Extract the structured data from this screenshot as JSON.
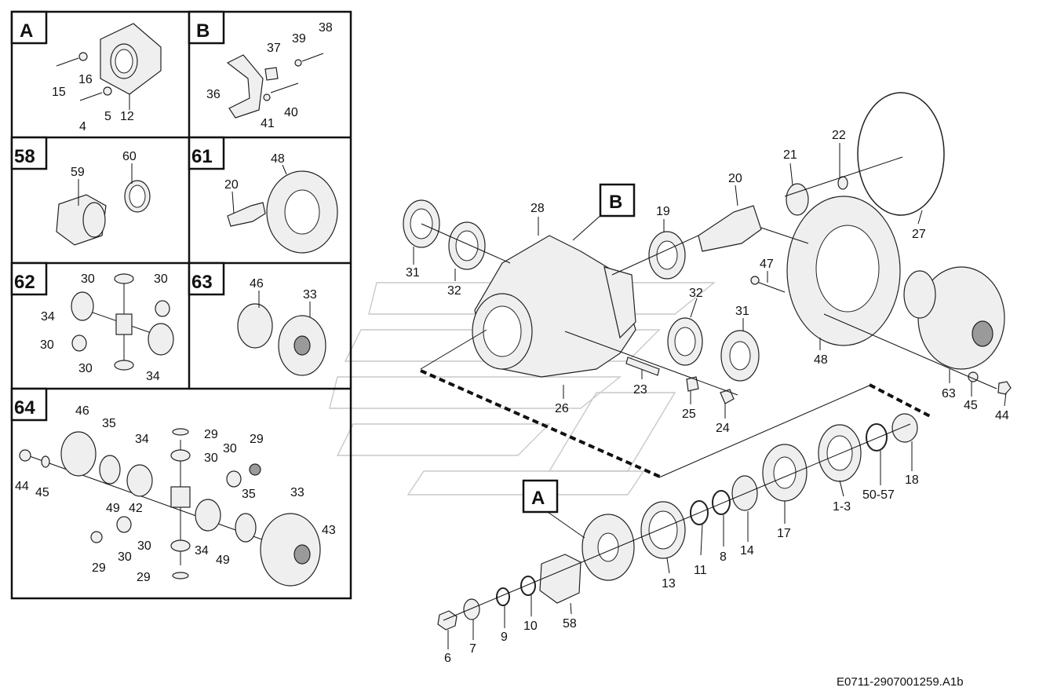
{
  "footer": "E0711-2907001259.A1b",
  "panels": {
    "A": {
      "tag": "A",
      "labels": [
        "15",
        "16",
        "4",
        "5",
        "12"
      ]
    },
    "B": {
      "tag": "B",
      "labels": [
        "37",
        "39",
        "38",
        "36",
        "41",
        "40"
      ]
    },
    "p58": {
      "tag": "58",
      "labels": [
        "59",
        "60"
      ]
    },
    "p61": {
      "tag": "61",
      "labels": [
        "48",
        "20"
      ]
    },
    "p62": {
      "tag": "62",
      "labels": [
        "30",
        "30",
        "34",
        "30",
        "30",
        "34"
      ]
    },
    "p63": {
      "tag": "63",
      "labels": [
        "46",
        "33"
      ]
    },
    "p64": {
      "tag": "64",
      "labels": [
        "46",
        "35",
        "34",
        "29",
        "29",
        "30",
        "30",
        "44",
        "45",
        "49",
        "42",
        "35",
        "33",
        "43",
        "29",
        "30",
        "30",
        "34",
        "49",
        "29"
      ]
    }
  },
  "main": {
    "callout_B": "B",
    "callout_A": "A",
    "labels": [
      "28",
      "31",
      "32",
      "19",
      "20",
      "21",
      "22",
      "27",
      "47",
      "32",
      "31",
      "48",
      "23",
      "26",
      "25",
      "24",
      "63",
      "45",
      "44",
      "18",
      "50-57",
      "1-3",
      "17",
      "14",
      "8",
      "11",
      "13",
      "58",
      "10",
      "9",
      "7",
      "6"
    ]
  }
}
